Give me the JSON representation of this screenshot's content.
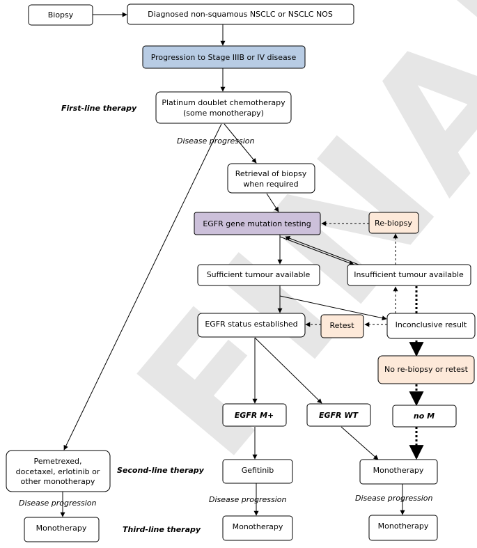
{
  "watermark": "FINAL",
  "colors": {
    "blue": "#b8cce4",
    "purple": "#ccc0da",
    "peach": "#fde9d9",
    "white": "#ffffff"
  },
  "nodes": {
    "biopsy": "Biopsy",
    "diagnosed": "Diagnosed  non-squamous NSCLC or NSCLC NOS",
    "progression": "Progression to Stage IIIB or IV disease",
    "platinum_1": "Platinum doublet chemotherapy",
    "platinum_2": "(some monotherapy)",
    "retrieval_1": "Retrieval of biopsy",
    "retrieval_2": "when required",
    "egfr_testing": "EGFR gene mutation testing",
    "rebiopsy": "Re-biopsy",
    "sufficient": "Sufficient tumour available",
    "insufficient": "Insufficient tumour available",
    "egfr_status": "EGFR status established",
    "retest": "Retest",
    "inconclusive": "Inconclusive result",
    "no_rebiopsy": "No re-biopsy or retest",
    "egfr_mplus": "EGFR M+",
    "egfr_wt": "EGFR WT",
    "no_m": "no M",
    "pemetrexed_1": "Pemetrexed,",
    "pemetrexed_2": "docetaxel, erlotinib or",
    "pemetrexed_3": "other monotherapy",
    "gefitinib": "Gefitinib",
    "monotherapy_mid": "Monotherapy",
    "mono_left": "Monotherapy",
    "mono_center": "Monotherapy",
    "mono_right": "Monotherapy"
  },
  "labels": {
    "first_line": "First-line therapy",
    "second_line": "Second-line therapy",
    "third_line": "Third-line therapy",
    "dp_top": "Disease progression",
    "dp_left": "Disease progression",
    "dp_center": "Disease progression",
    "dp_right": "Disease progression"
  }
}
